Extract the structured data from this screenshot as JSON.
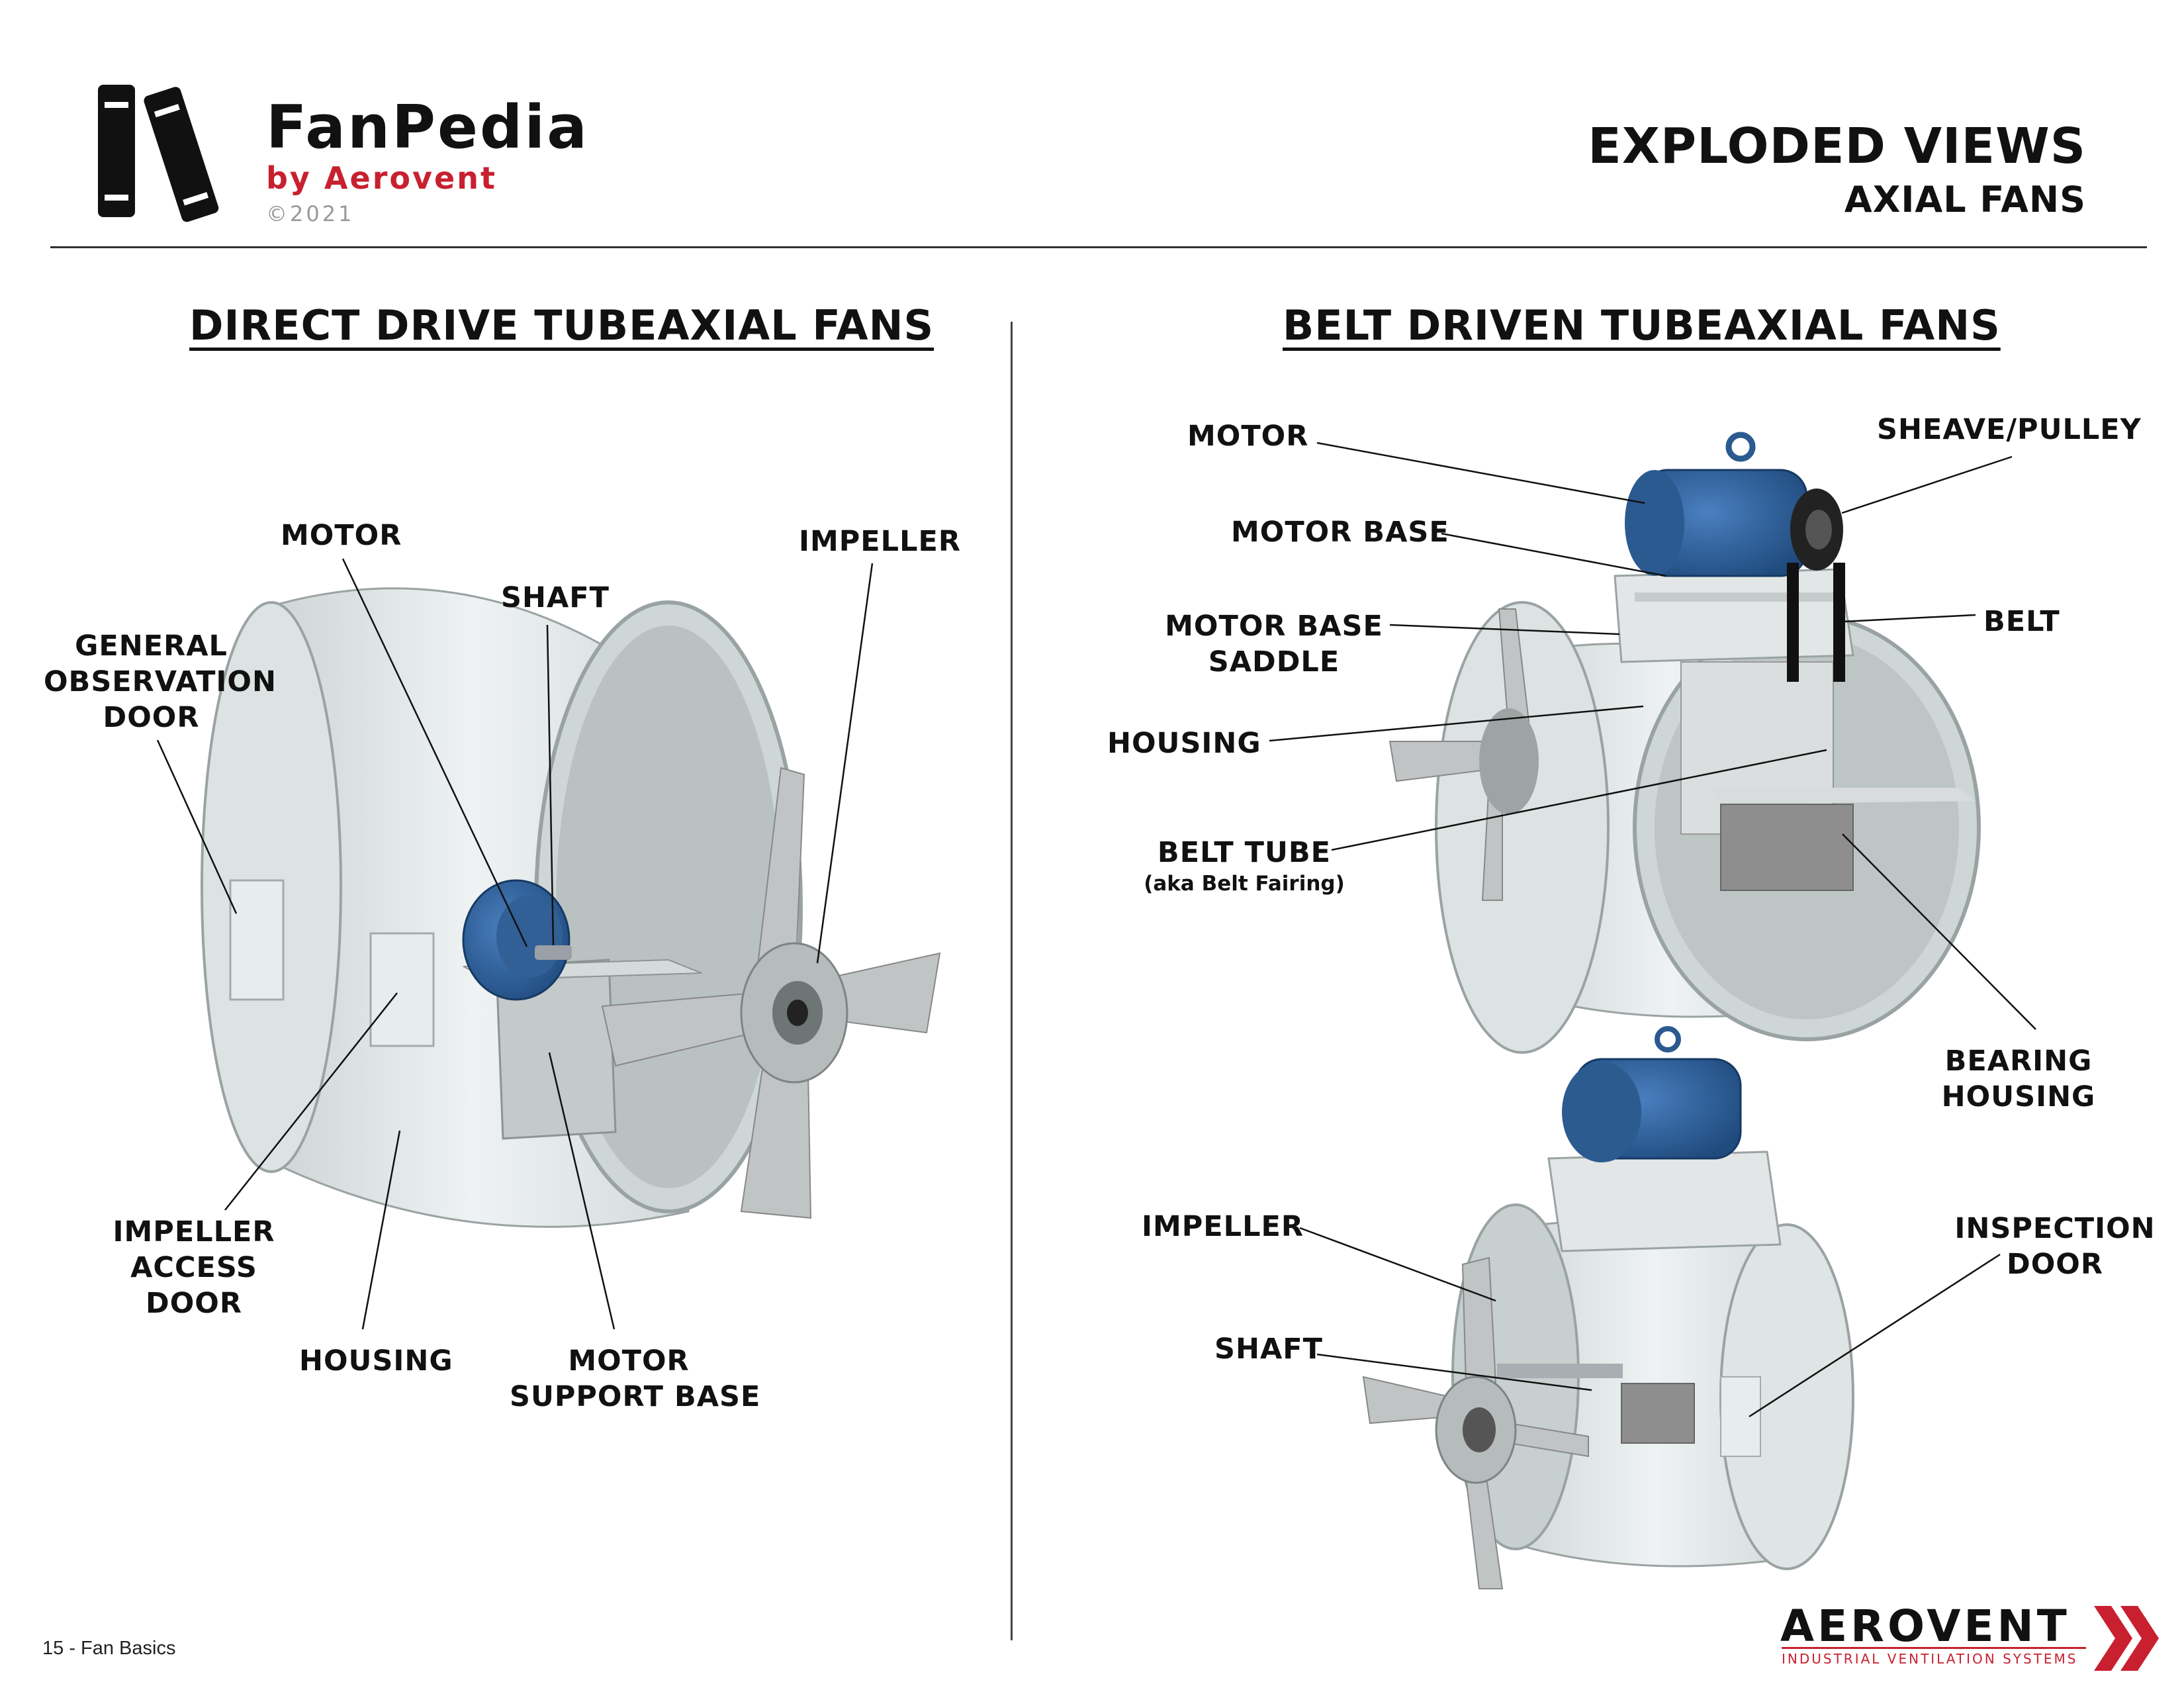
{
  "brand": {
    "name": "FanPedia",
    "by_line": "by Aerovent",
    "year": "©2021"
  },
  "header": {
    "title": "EXPLODED VIEWS",
    "subtitle": "AXIAL FANS"
  },
  "left_section": {
    "heading": "DIRECT DRIVE TUBEAXIAL FANS",
    "labels": {
      "motor": "MOTOR",
      "shaft": "SHAFT",
      "impeller": "IMPELLER",
      "general_observation_door": [
        "GENERAL",
        "OBSERVATION",
        "DOOR"
      ],
      "impeller_access_door": [
        "IMPELLER",
        "ACCESS",
        "DOOR"
      ],
      "housing": "HOUSING",
      "motor_support_base": [
        "MOTOR",
        "SUPPORT BASE"
      ]
    }
  },
  "right_section": {
    "heading": "BELT DRIVEN TUBEAXIAL FANS",
    "labels": {
      "motor": "MOTOR",
      "sheave_pulley": "SHEAVE/PULLEY",
      "motor_base": "MOTOR BASE",
      "motor_base_saddle": [
        "MOTOR BASE",
        "SADDLE"
      ],
      "belt": "BELT",
      "housing": "HOUSING",
      "belt_tube": "BELT TUBE",
      "belt_tube_note": "(aka Belt Fairing)",
      "bearing_housing": [
        "BEARING",
        "HOUSING"
      ],
      "impeller": "IMPELLER",
      "shaft": "SHAFT",
      "inspection_door": [
        "INSPECTION",
        "DOOR"
      ]
    }
  },
  "footer": {
    "page_label": "15 - Fan Basics",
    "company": "Aerovent",
    "tagline": "Industrial Ventilation Systems"
  },
  "colors": {
    "brand_red": "#c8202f",
    "motor_blue": "#2d5e96",
    "housing_grey": "#e4e9e9"
  }
}
